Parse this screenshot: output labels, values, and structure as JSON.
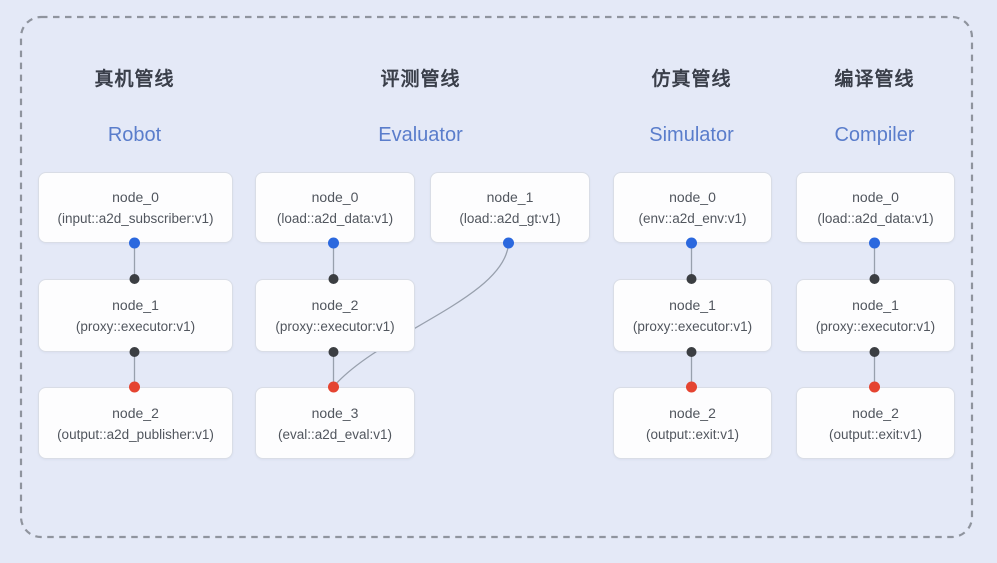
{
  "colors": {
    "background": "#e4e9f7",
    "node_fill": "#fdfdfe",
    "node_border": "#d9dde6",
    "dashed_border": "#8f949e",
    "connector": "#98a0ad",
    "port_blue": "#2b68de",
    "port_black": "#3b3e42",
    "port_red": "#e54431",
    "title_cn": "#3a3f4a",
    "title_en": "#5a7dcb",
    "node_text": "#51565e"
  },
  "pipelines": [
    {
      "title_cn": "真机管线",
      "title_en": "Robot",
      "nodes": [
        {
          "name": "node_0",
          "type": "(input::a2d_subscriber:v1)"
        },
        {
          "name": "node_1",
          "type": "(proxy::executor:v1)"
        },
        {
          "name": "node_2",
          "type": "(output::a2d_publisher:v1)"
        }
      ]
    },
    {
      "title_cn": "评测管线",
      "title_en": "Evaluator",
      "nodes": [
        {
          "name": "node_0",
          "type": "(load::a2d_data:v1)"
        },
        {
          "name": "node_1",
          "type": "(load::a2d_gt:v1)"
        },
        {
          "name": "node_2",
          "type": "(proxy::executor:v1)"
        },
        {
          "name": "node_3",
          "type": "(eval::a2d_eval:v1)"
        }
      ]
    },
    {
      "title_cn": "仿真管线",
      "title_en": "Simulator",
      "nodes": [
        {
          "name": "node_0",
          "type": "(env::a2d_env:v1)"
        },
        {
          "name": "node_1",
          "type": "(proxy::executor:v1)"
        },
        {
          "name": "node_2",
          "type": "(output::exit:v1)"
        }
      ]
    },
    {
      "title_cn": "编译管线",
      "title_en": "Compiler",
      "nodes": [
        {
          "name": "node_0",
          "type": "(load::a2d_data:v1)"
        },
        {
          "name": "node_1",
          "type": "(proxy::executor:v1)"
        },
        {
          "name": "node_2",
          "type": "(output::exit:v1)"
        }
      ]
    }
  ]
}
